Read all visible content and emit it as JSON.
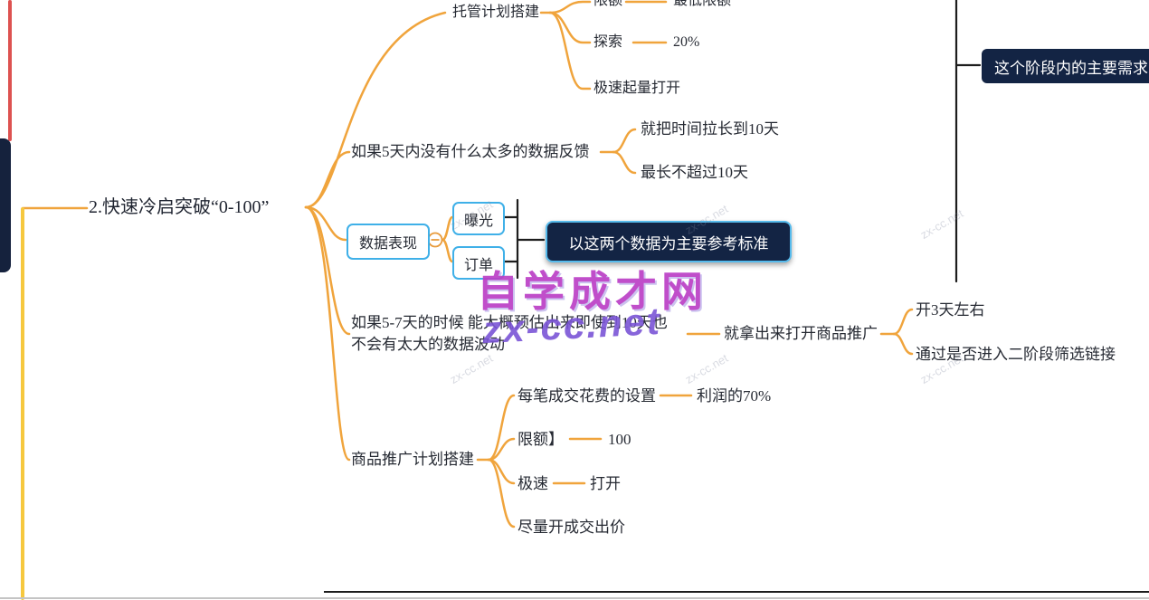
{
  "root": {
    "label": "2.快速冷启突破“0-100”"
  },
  "hosting": {
    "label": "托管计划搭建",
    "quota_label": "限额",
    "quota_value": "最低限额",
    "explore_label": "探索",
    "explore_value": "20%",
    "rapid_label": "极速起量打开"
  },
  "feedback": {
    "label": "如果5天内没有什么太多的数据反馈",
    "extend_label": "就把时间拉长到10天",
    "max_label": "最长不超过10天"
  },
  "data_perf": {
    "label": "数据表现",
    "collapse_glyph": "−",
    "exposure_label": "曝光",
    "order_label": "订单",
    "callout_label": "以这两个数据为主要参考标准"
  },
  "estimate": {
    "line1": "如果5-7天的时候 能大概预估出来即使到10天也",
    "line2": "不会有太大的数据波动",
    "action_label": "就拿出来打开商品推广",
    "days_label": "开3天左右",
    "filter_label": "通过是否进入二阶段筛选链接"
  },
  "promo": {
    "label": "商品推广计划搭建",
    "cost_label": "每笔成交花费的设置",
    "cost_value": "利润的70%",
    "quota_label": "限额】",
    "quota_value": "100",
    "speed_label": "极速",
    "speed_value": "打开",
    "bid_label": "尽量开成交出价"
  },
  "stage_note": {
    "label": "这个阶段内的主要需求"
  },
  "watermark": {
    "name": "自学成才网",
    "url": "zx-cc.net",
    "tile": "zx-cc.net"
  },
  "colors": {
    "branch_orange": "#f0a43c",
    "line_red": "#dd5250",
    "line_yellow": "#f6c83e",
    "node_box_blue": "#3fb0e8",
    "dark_box_bg": "#132444",
    "dark_box_border": "#57bbec",
    "bracket_black": "#1d1d1d",
    "watermark_purple": "#bb3fc6",
    "watermark_blue": "#7b55d6"
  }
}
